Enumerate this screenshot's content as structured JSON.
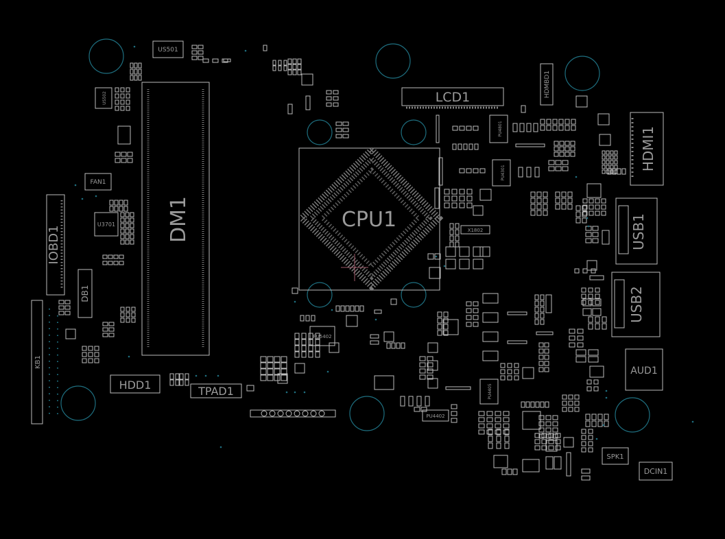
{
  "board": {
    "background": "#000000",
    "outline_color": "#bdbdbd",
    "hole_color": "#1e6f80",
    "label_color": "#9a9a9a"
  },
  "components": {
    "cpu": "CPU1",
    "dimm": "DM1",
    "lcd": "LCD1",
    "hdmi": "HDMI1",
    "hdmi_board": "HDMBD1",
    "usb1": "USB1",
    "usb2": "USB2",
    "audio": "AUD1",
    "dc_in": "DCIN1",
    "speaker": "SPK1",
    "hdd": "HDD1",
    "touchpad": "TPAD1",
    "keyboard": "KB1",
    "io_board": "IOBD1",
    "debug": "DB1",
    "fan": "FAN1",
    "u3701": "U3701",
    "us501": "US501",
    "us502": "US502",
    "pu5402": "PU5402",
    "pu4402": "PU4402",
    "pu4801": "PU4801",
    "pu4301": "PU4301",
    "pu4405": "PU4405",
    "x1802": "X1802"
  }
}
